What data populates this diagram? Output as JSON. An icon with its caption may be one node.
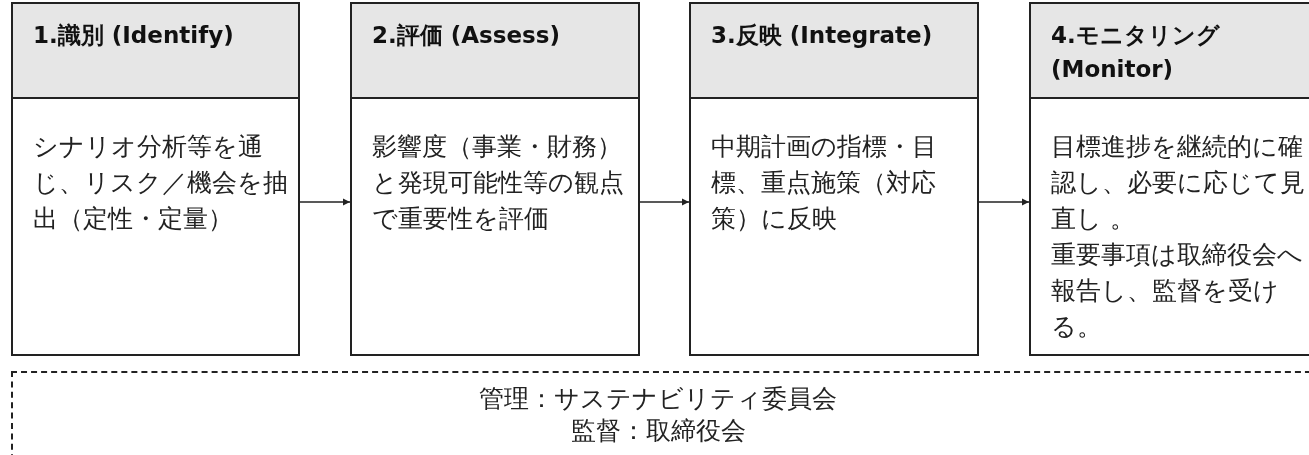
{
  "diagram": {
    "nodes": [
      {
        "text": [
          "1.識別 (Identify)",
          "シナリオ分析等を通じ、リスク／機会を抽出（定性・定量）"
        ]
      },
      {
        "text": [
          "2.評価 (Assess)",
          "影響度（事業・財務）と発現可能性等の観点で重要性を評価"
        ]
      },
      {
        "text": [
          "3.反映 (Integrate)",
          "中期計画の指標・目標、重点施策（対応策）に反映"
        ]
      },
      {
        "text": [
          "4.モニタリング (Monitor)",
          "目標進捗を継続的に確認し、必要に応じて見直し 。",
          "重要事項は取締役会へ報告し、監督を受ける。"
        ]
      },
      {
        "text": [
          "管理：サステナビリティ委員会",
          "監督：取締役会"
        ]
      }
    ],
    "edges": [
      {
        "from": 0,
        "to": 1,
        "arrow": "to"
      },
      {
        "from": 1,
        "to": 2,
        "arrow": "to"
      },
      {
        "from": 2,
        "to": 3,
        "arrow": "to"
      }
    ]
  }
}
